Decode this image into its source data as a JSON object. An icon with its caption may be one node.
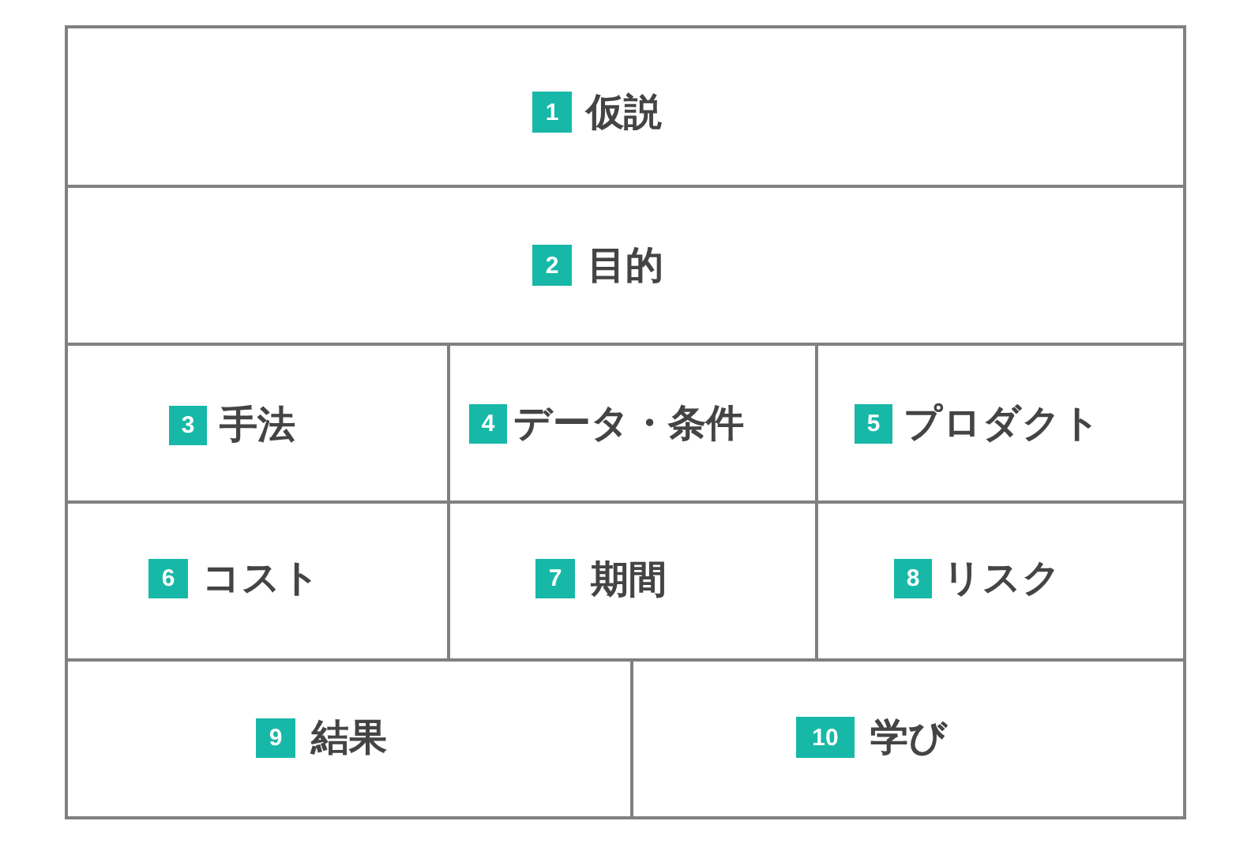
{
  "diagram": {
    "nodes": [
      {
        "text": [
          "仮説"
        ]
      },
      {
        "text": [
          "1"
        ],
        "in": 0
      },
      {
        "text": [
          "目的"
        ]
      },
      {
        "text": [
          "2"
        ],
        "in": 2
      },
      {
        "text": [
          "手法"
        ]
      },
      {
        "text": [
          "3"
        ],
        "in": 4
      },
      {
        "text": [
          "データ・条件"
        ]
      },
      {
        "text": [
          "4"
        ],
        "in": 6
      },
      {
        "text": [
          "プロダクト"
        ]
      },
      {
        "text": [
          "5"
        ],
        "in": 8
      },
      {
        "text": [
          "コスト"
        ]
      },
      {
        "text": [
          "6"
        ],
        "in": 10
      },
      {
        "text": [
          "期間"
        ]
      },
      {
        "text": [
          "7"
        ],
        "in": 12
      },
      {
        "text": [
          "リスク"
        ]
      },
      {
        "text": [
          "8"
        ],
        "in": 14
      },
      {
        "text": [
          "結果"
        ]
      },
      {
        "text": [
          "9"
        ],
        "in": 16
      },
      {
        "text": [
          "学び"
        ]
      },
      {
        "text": [
          "10"
        ],
        "in": 18
      }
    ]
  }
}
